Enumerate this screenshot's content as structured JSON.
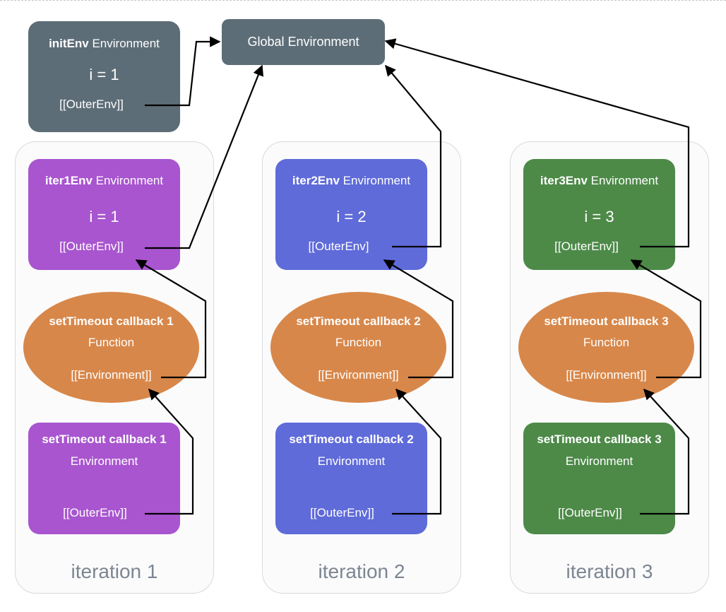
{
  "global": {
    "label": "Global Environment"
  },
  "init_env": {
    "name": "initEnv",
    "suffix": " Environment",
    "binding": "i = 1",
    "outer": "[[OuterEnv]]"
  },
  "iterations": [
    {
      "label": "iteration 1",
      "color": "#a855cf",
      "env": {
        "name": "iter1Env",
        "suffix": " Environment",
        "binding": "i = 1",
        "outer": "[[OuterEnv]]"
      },
      "callback": {
        "title": "setTimeout callback 1",
        "kind": "Function",
        "env_slot": "[[Environment]]"
      },
      "callback_env": {
        "title": "setTimeout callback 1",
        "kind": "Environment",
        "outer": "[[OuterEnv]]"
      }
    },
    {
      "label": "iteration 2",
      "color": "#5f6bd9",
      "env": {
        "name": "iter2Env",
        "suffix": " Environment",
        "binding": "i = 2",
        "outer": "[[OuterEnv]"
      },
      "callback": {
        "title": "setTimeout callback 2",
        "kind": "Function",
        "env_slot": "[[Environment]]"
      },
      "callback_env": {
        "title": "setTimeout callback 2",
        "kind": "Environment",
        "outer": "[[OuterEnv]]"
      }
    },
    {
      "label": "iteration 3",
      "color": "#4d8a48",
      "env": {
        "name": "iter3Env",
        "suffix": " Environment",
        "binding": "i = 3",
        "outer": "[[OuterEnv]]"
      },
      "callback": {
        "title": "setTimeout callback 3",
        "kind": "Function",
        "env_slot": "[[Environment]]"
      },
      "callback_env": {
        "title": "setTimeout callback 3",
        "kind": "Environment",
        "outer": "[[OuterEnv]]"
      }
    }
  ],
  "colors": {
    "global": "#5d6d77",
    "init_env": "#5d6d77",
    "callback_function": "#d8874a",
    "panel_border": "#d6dadf",
    "arrow": "#000000"
  }
}
